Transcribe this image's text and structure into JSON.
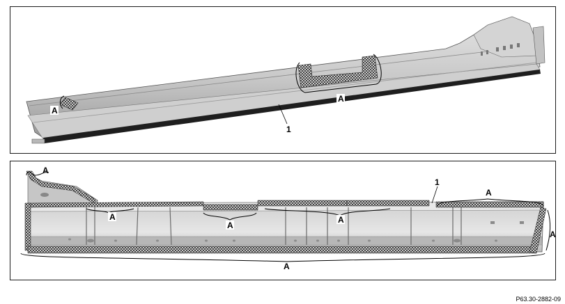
{
  "figure_id": "P63.30-2882-09",
  "top_view": {
    "part_number": "1",
    "callouts": [
      "A",
      "A"
    ]
  },
  "bottom_view": {
    "part_number": "1",
    "callouts": [
      "A",
      "A",
      "A",
      "A",
      "A",
      "A",
      "A"
    ]
  },
  "colors": {
    "metal_light": "#d9d9d9",
    "metal_mid": "#bdbdbd",
    "metal_dark": "#8e8e8e",
    "edge_black": "#1a1a1a",
    "hatch": "#3a3a3a"
  }
}
